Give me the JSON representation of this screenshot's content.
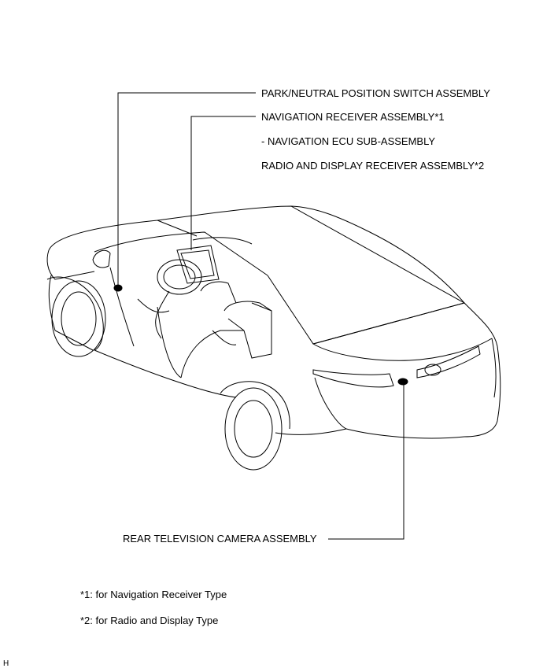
{
  "callouts": {
    "park_neutral": "PARK/NEUTRAL POSITION SWITCH ASSEMBLY",
    "nav_receiver": "NAVIGATION RECEIVER ASSEMBLY*1",
    "nav_ecu": "- NAVIGATION ECU SUB-ASSEMBLY",
    "radio_display": "RADIO AND DISPLAY RECEIVER ASSEMBLY*2",
    "rear_camera": "REAR TELEVISION CAMERA ASSEMBLY"
  },
  "notes": {
    "note1": "*1: for Navigation Receiver Type",
    "note2": "*2: for Radio and Display Type"
  },
  "corner_tag": "H"
}
